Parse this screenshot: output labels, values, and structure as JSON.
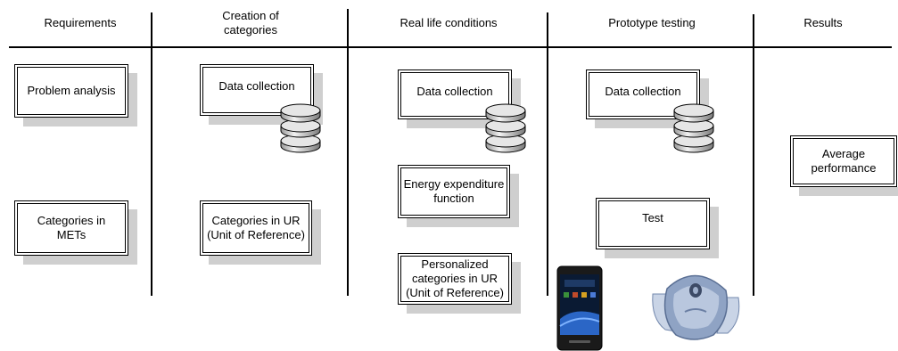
{
  "columns": [
    "Requirements",
    "Creation of\ncategories",
    "Real life conditions",
    "Prototype testing",
    "Results"
  ],
  "boxes": {
    "problem_analysis": "Problem analysis",
    "categories_in_mets": "Categories in\nMETs",
    "data_collection_creation": "Data collection",
    "categories_in_ur": "Categories in UR\n(Unit of Reference)",
    "data_collection_real_life": "Data collection",
    "energy_expenditure_function": "Energy expenditure\nfunction",
    "personalized_categories": "Personalized\ncategories in UR\n(Unit of Reference)",
    "data_collection_prototype": "Data collection",
    "test": "Test",
    "average_performance": "Average\nperformance"
  },
  "icons": {
    "database": "database-icon",
    "smartphone": "smartphone-icon",
    "sensor": "wearable-sensor-icon"
  },
  "colors": {
    "shadow": "#cfcfcf",
    "database_fill": "#d8d8d8",
    "sensor_fill": "#8fa3c4"
  }
}
